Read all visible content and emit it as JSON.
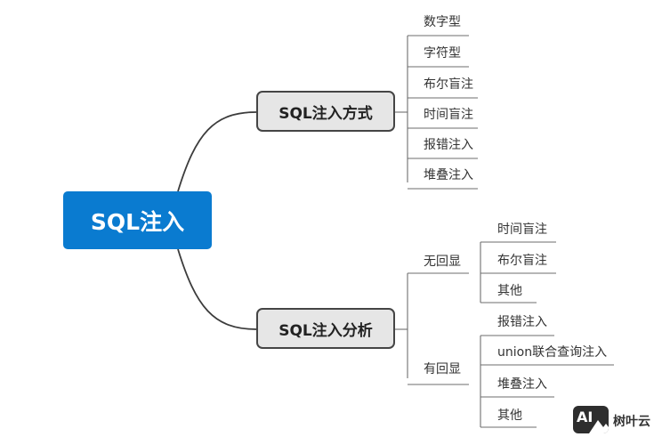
{
  "root": {
    "label": "SQL注入"
  },
  "methods": {
    "label": "SQL注入方式",
    "items": [
      "数字型",
      "字符型",
      "布尔盲注",
      "时间盲注",
      "报错注入",
      "堆叠注入"
    ]
  },
  "analysis": {
    "label": "SQL注入分析",
    "no_echo": {
      "label": "无回显",
      "items": [
        "时间盲注",
        "布尔盲注",
        "其他"
      ]
    },
    "echo": {
      "label": "有回显",
      "items": [
        "报错注入",
        "union联合查询注入",
        "堆叠注入",
        "其他"
      ]
    }
  },
  "watermark": {
    "logo_text": "AI",
    "brand_text": "树叶云"
  },
  "colors": {
    "root_fill": "#0a7bd0",
    "node_fill": "#e6e6e6",
    "node_border": "#454545",
    "line": "#3c3c3c"
  }
}
